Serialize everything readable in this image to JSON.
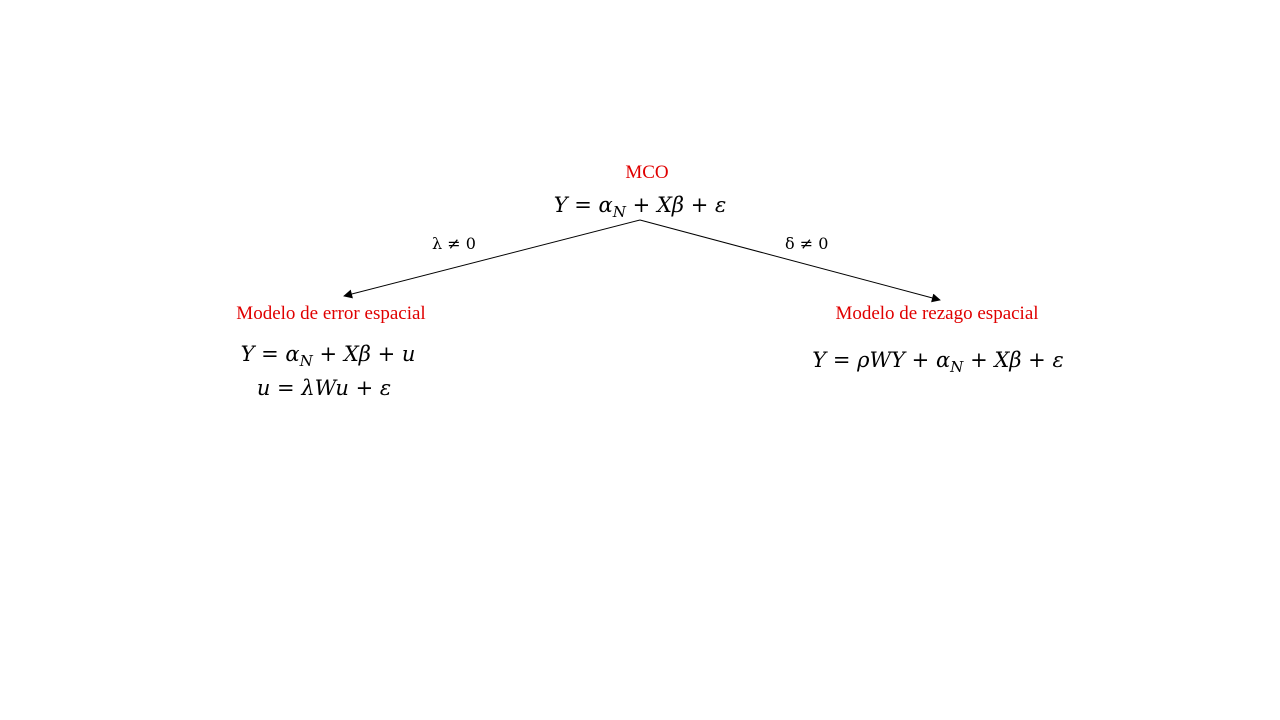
{
  "colors": {
    "title": "#e00000",
    "text": "#000000",
    "edge": "#000000",
    "background": "#ffffff"
  },
  "root": {
    "title": "MCO",
    "equation": "Y = α_N + Xβ + ε"
  },
  "left": {
    "edge_label": "λ ≠ 0",
    "title": "Modelo de error espacial",
    "equation_1": "Y = α_N + Xβ + u",
    "equation_2": "u = λWu + ε"
  },
  "right": {
    "edge_label": "δ ≠ 0",
    "title": "Modelo de rezago espacial",
    "equation": "Y = ρWY + α_N + Xβ + ε"
  }
}
